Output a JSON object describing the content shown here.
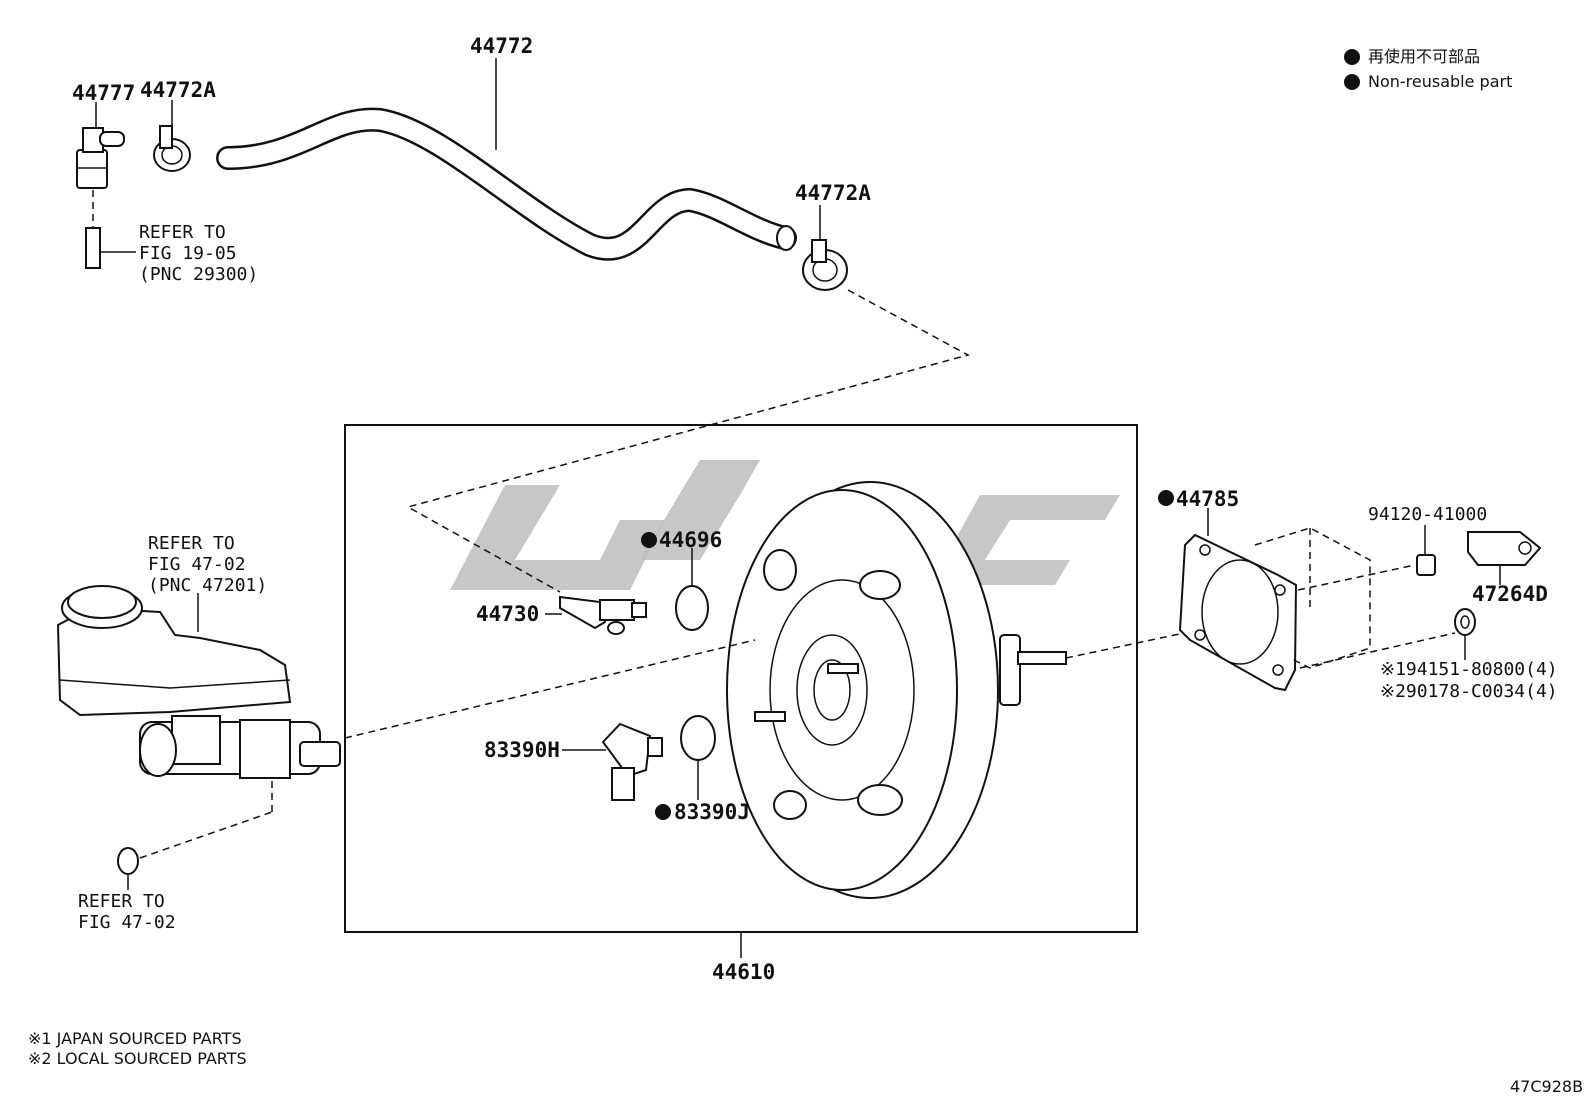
{
  "legend": {
    "line1": "再使用不可部品",
    "line2": "Non-reusable part"
  },
  "parts": {
    "p44772": "44772",
    "p44777": "44777",
    "p44772A_top": "44772A",
    "p44772A_right": "44772A",
    "p44696": "44696",
    "p44730": "44730",
    "p83390H": "83390H",
    "p83390J": "83390J",
    "p44610": "44610",
    "p44785": "44785",
    "p94120": "94120-41000",
    "p47264D": "47264D",
    "p194151": "※194151-80800(4)",
    "p290178": "※290178-C0034(4)"
  },
  "refs": {
    "ref1": [
      "REFER TO",
      "FIG 19-05",
      "(PNC 29300)"
    ],
    "ref2": [
      "REFER TO",
      "FIG 47-02",
      "(PNC 47201)"
    ],
    "ref3": [
      "REFER TO",
      "FIG 47-02"
    ]
  },
  "footnotes": {
    "note1": "※1 JAPAN SOURCED PARTS",
    "note2": "※2 LOCAL SOURCED PARTS"
  },
  "figure_code": "47C928B",
  "non_reusable_marker": "black-circle-icon"
}
